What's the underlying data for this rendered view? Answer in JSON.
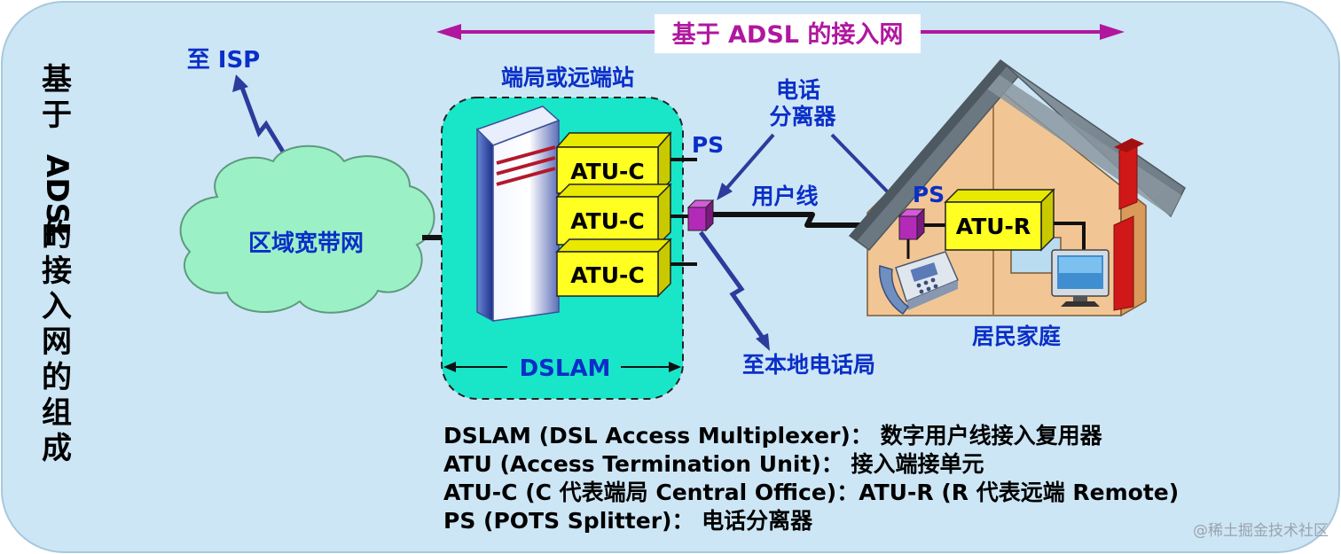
{
  "title_banner": "基于 ADSL 的接入网",
  "vertical_title": [
    "基",
    "于",
    "ADSL",
    "的",
    "接",
    "入",
    "网",
    "的",
    "组",
    "成"
  ],
  "labels": {
    "to_isp": "至 ISP",
    "cloud": "区域宽带网",
    "central_office": "端局或远端站",
    "atu_c": "ATU-C",
    "dslam": "DSLAM",
    "ps": "PS",
    "splitter": [
      "电话",
      "分离器"
    ],
    "user_line": "用户线",
    "to_local_office": "至本地电话局",
    "atu_r": "ATU-R",
    "home": "居民家庭"
  },
  "legend": [
    "DSLAM (DSL Access Multiplexer)： 数字用户线接入复用器",
    "ATU (Access Termination Unit)： 接入端接单元",
    "ATU-C (C 代表端局 Central Office)：ATU-R (R 代表远端 Remote)",
    "PS (POTS Splitter)： 电话分离器"
  ],
  "watermark": "@稀土掘金技术社区",
  "colors": {
    "background": "#cde6f5",
    "label_blue": "#0a2fc8",
    "arrow_magenta": "#b0179e",
    "dslam_box": "#19e6c8",
    "cloud": "#9cf0c6",
    "atu_yellow": "#ffff22",
    "splitter_purple": "#b42ab8",
    "roof": "#7f8c96",
    "wall": "#f2c694",
    "chimney": "#d01818",
    "zigzag_blue": "#2c3c9c"
  }
}
